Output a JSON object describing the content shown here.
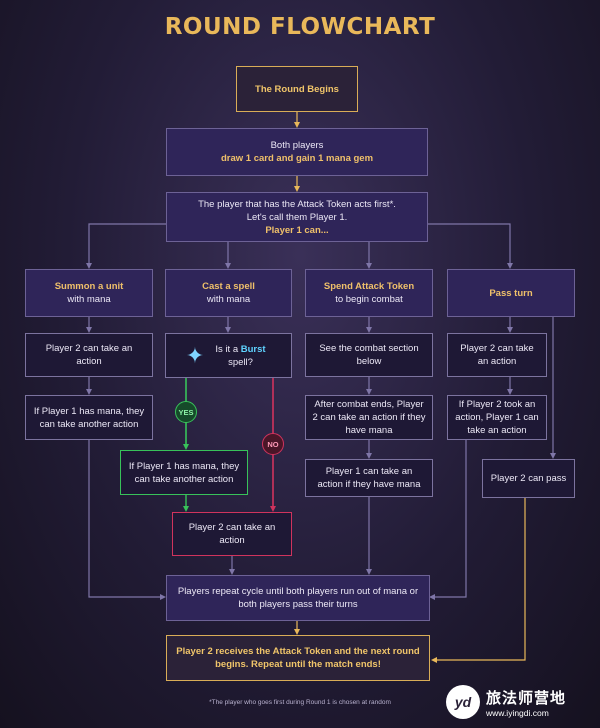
{
  "title": "ROUND FLOWCHART",
  "nodes": {
    "start": "The Round Begins",
    "draw_line1": "Both players",
    "draw_line2": "draw 1 card and gain 1 mana gem",
    "first_line1": "The player that has the Attack Token acts first*.",
    "first_line2": "Let's call them Player 1.",
    "first_line3": "Player 1 can...",
    "summon_title": "Summon a unit",
    "summon_sub": "with mana",
    "cast_title": "Cast a spell",
    "cast_sub": "with mana",
    "attack_title": "Spend Attack Token",
    "attack_sub": "to begin combat",
    "pass_title": "Pass turn",
    "summon_p2": "Player 2 can take an action",
    "summon_p1": "If Player 1 has mana, they can take another action",
    "burst_pre": "Is it a",
    "burst_word": "Burst",
    "burst_post": "spell?",
    "cast_p1": "If Player 1 has mana, they can take another action",
    "cast_p2": "Player 2 can take an action",
    "combat_see": "See the combat section below",
    "combat_after": "After combat ends, Player 2 can take an action if they have mana",
    "combat_p1": "Player 1 can take an action if they have mana",
    "pass_p2a": "Player 2 can take an action",
    "pass_p2b": "If Player 2 took an action, Player 1 can take an action",
    "pass_p2pass": "Player 2 can pass",
    "repeat": "Players repeat cycle until both players run out of mana or both players pass their turns",
    "end": "Player 2 receives the Attack Token and the next round begins. Repeat until the match ends!"
  },
  "badges": {
    "yes": "YES",
    "no": "NO"
  },
  "footnote": "*The player who goes first during Round 1 is chosen at random",
  "watermark": {
    "mark": "yd",
    "name": "旅法师营地",
    "url": "www.iyingdi.com"
  },
  "icons": {
    "burst": "sparkle-icon"
  },
  "colors": {
    "gold": "#e9b85a",
    "yes": "#38c25a",
    "no": "#d0335d",
    "burst": "#5fd3ff"
  }
}
